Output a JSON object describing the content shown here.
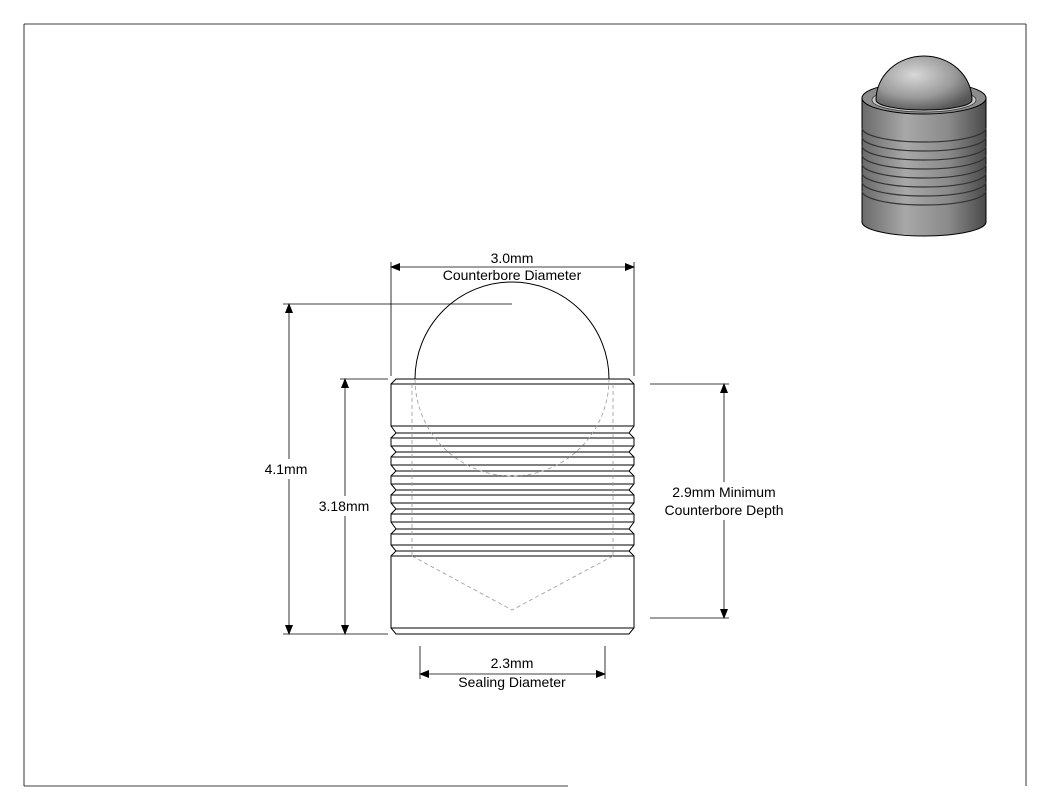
{
  "dimensions": {
    "counterbore_diameter": {
      "value": "3.0mm",
      "label": "Counterbore Diameter"
    },
    "overall_height": {
      "value": "4.1mm"
    },
    "body_height": {
      "value": "3.18mm"
    },
    "counterbore_depth": {
      "line1": "2.9mm Minimum",
      "line2": "Counterbore Depth"
    },
    "sealing_diameter": {
      "value": "2.3mm",
      "label": "Sealing Diameter"
    }
  }
}
